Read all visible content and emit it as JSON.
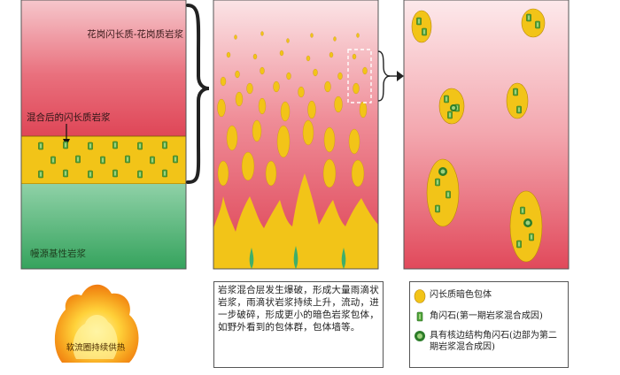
{
  "panel1": {
    "top_label": "花岗闪长质-花岗质岩浆",
    "mix_label": "混合后的闪长质岩浆",
    "bottom_label": "幔源基性岩浆",
    "heat_label": "软流圈持续供热"
  },
  "caption": {
    "text": "岩浆混合层发生爆破，形成大量雨滴状岩浆，雨滴状岩浆持续上升，流动，进一步破碎，形成更小的暗色岩浆包体，如野外看到的包体群，包体墙等。"
  },
  "legend": {
    "items": [
      {
        "label": "闪长质暗色包体",
        "icon": "yellow-ellipse-icon"
      },
      {
        "label": "角闪石(第一期岩浆混合成因)",
        "icon": "hornblende-crystal-icon"
      },
      {
        "label": "具有核边结构角闪石(边部为第二期岩浆混合成因)",
        "icon": "zoned-hornblende-icon"
      }
    ]
  },
  "colors": {
    "red_top": "#e24a5a",
    "pink_light": "#f7c9cd",
    "yellow": "#f2c418",
    "green_mantle": "#3fae6a",
    "green_crystal": "#4fa33a"
  }
}
